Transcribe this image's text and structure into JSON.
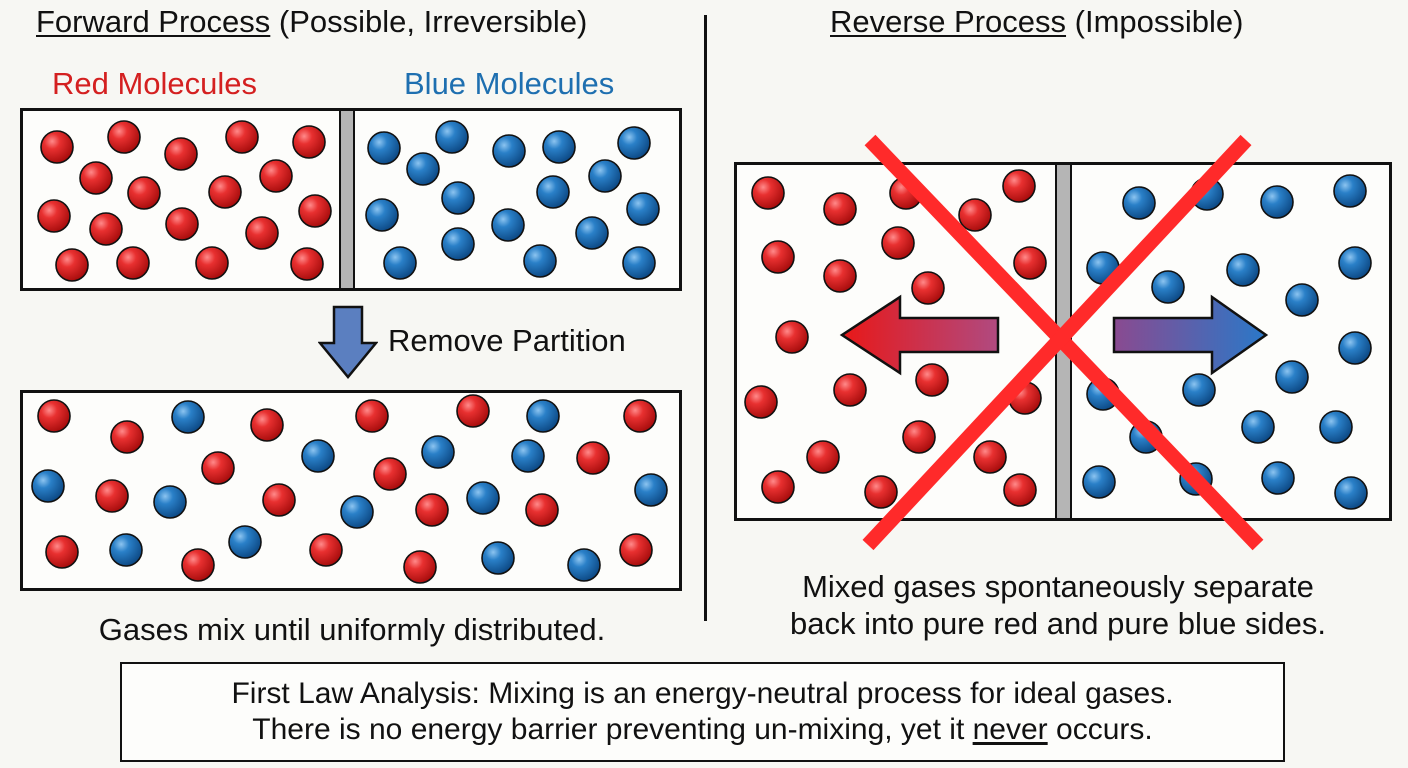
{
  "forward": {
    "title_underlined": "Forward Process",
    "title_rest": " (Possible, Irreversible)",
    "red_label": "Red Molecules",
    "blue_label": "Blue Molecules",
    "step_label": "Remove Partition",
    "caption": "Gases mix until uniformly distributed."
  },
  "reverse": {
    "title_underlined": "Reverse Process",
    "title_rest": " (Impossible)",
    "caption_line1": "Mixed gases spontaneously separate",
    "caption_line2": "back into pure red and pure blue sides."
  },
  "analysis": {
    "line1": "First Law Analysis: Mixing is an energy-neutral process for ideal gases.",
    "line2_before": "There is no energy barrier preventing un-mixing, yet it ",
    "line2_underlined": "never",
    "line2_after": " occurs."
  },
  "colors": {
    "red_molecule": "#d81e1e",
    "blue_molecule": "#1a6bb5",
    "cross": "#ff2a2a",
    "down_arrow": "#5b7fc0"
  },
  "icons": {
    "step_arrow": "down-arrow-icon",
    "left_arrow": "left-arrow-icon",
    "right_arrow": "right-arrow-icon",
    "cross": "red-x-icon"
  }
}
